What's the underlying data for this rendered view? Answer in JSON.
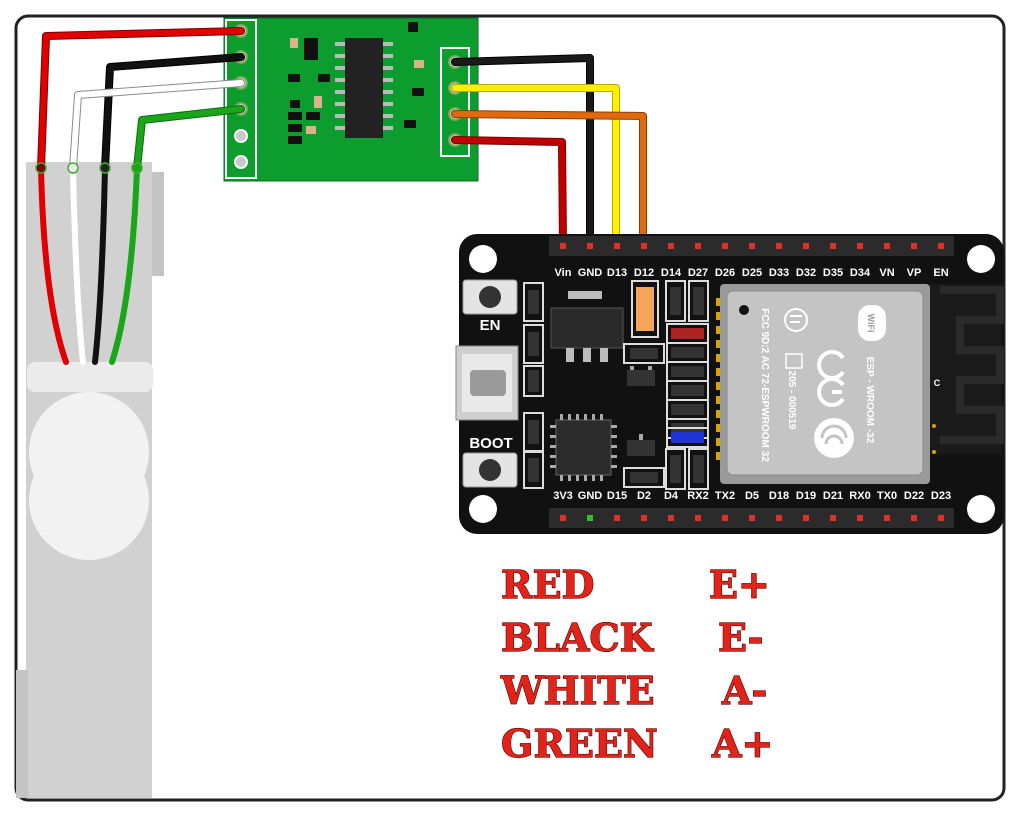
{
  "esp32": {
    "top_pins": [
      "Vin",
      "GND",
      "D13",
      "D12",
      "D14",
      "D27",
      "D26",
      "D25",
      "D33",
      "D32",
      "D35",
      "D34",
      "VN",
      "VP",
      "EN"
    ],
    "bottom_pins": [
      "3V3",
      "GND",
      "D15",
      "D2",
      "D4",
      "RX2",
      "TX2",
      "D5",
      "D18",
      "D19",
      "D21",
      "RX0",
      "TX0",
      "D22",
      "D23"
    ],
    "button_en": "EN",
    "button_boot": "BOOT",
    "module_lines": [
      "ESP - WROOM -32",
      "205 - 000519",
      "FCC 9D:2 AC 72-ESPWROOM 32"
    ],
    "wifi_badge": "WiFi",
    "antenna_mark": "C"
  },
  "legend": [
    {
      "wire": "RED",
      "signal": "E+"
    },
    {
      "wire": "BLACK",
      "signal": "E-"
    },
    {
      "wire": "WHITE",
      "signal": "A-"
    },
    {
      "wire": "GREEN",
      "signal": "A+"
    }
  ],
  "colors": {
    "wire_red": "#e00000",
    "wire_black": "#111111",
    "wire_white": "#ffffff",
    "wire_green": "#1aa51a",
    "wire_yellow": "#ffee00",
    "wire_orange": "#e06a10",
    "hx711_board": "#0d9c2e",
    "esp32_board": "#111111",
    "load_cell": "#d0d0d0",
    "legend_text": "#e2231a"
  },
  "icons": [
    "wifi-icon",
    "ce-mark-icon",
    "fcc-icon",
    "antenna-icon"
  ]
}
